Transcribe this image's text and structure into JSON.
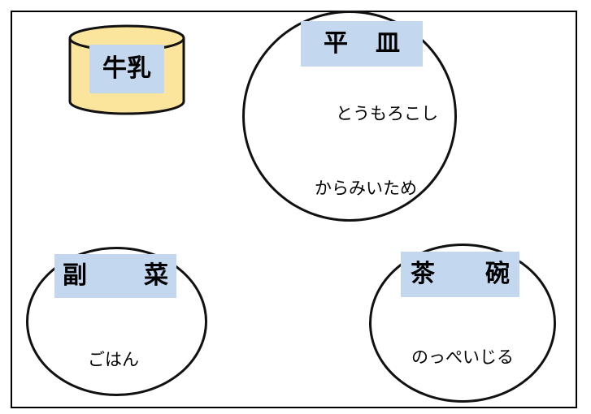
{
  "milk": {
    "label": "牛乳",
    "cup_color": "#fbe49b",
    "label_color": "#c3d7ef"
  },
  "main_plate": {
    "label_left": "平",
    "label_right": "皿",
    "items": [
      "とうもろこし",
      "からみいため"
    ]
  },
  "side_dish": {
    "label_left": "副",
    "label_right": "菜",
    "items": [
      "ごはん"
    ]
  },
  "soup_bowl": {
    "label_left": "茶",
    "label_right": "碗",
    "items": [
      "のっぺいじる"
    ]
  }
}
